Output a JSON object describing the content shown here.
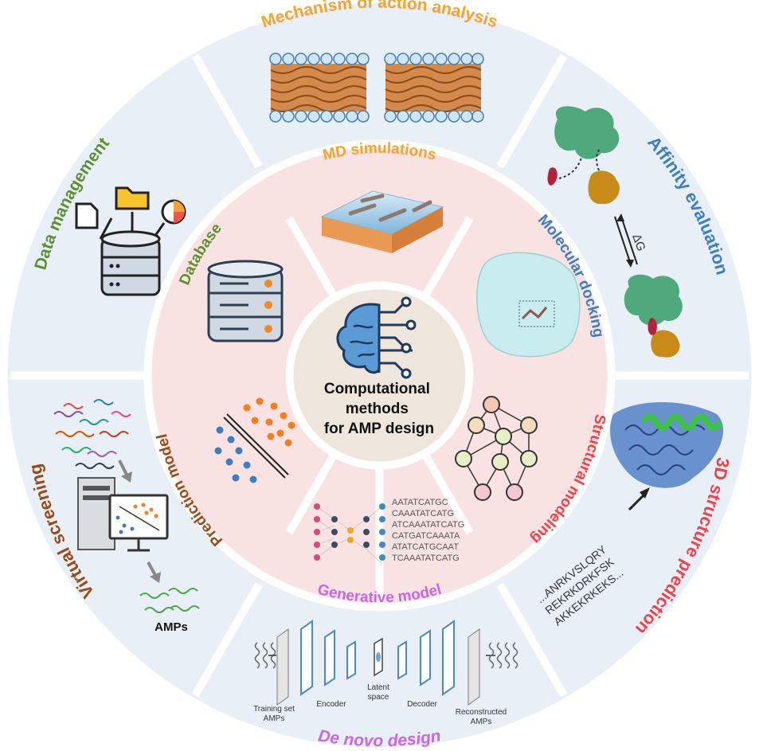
{
  "center": {
    "lines": [
      "Computational",
      "methods",
      "for AMP design"
    ]
  },
  "inner_ring": {
    "md_simulations": "MD simulations",
    "molecular_docking": "Molecular docking",
    "structural_modeling": "Structural modeling",
    "generative_model": "Generative model",
    "prediction_model": "Prediction model",
    "database": "Database"
  },
  "outer_ring": {
    "mechanism": "Mechanism of action analysis",
    "affinity": "Affinity evaluation",
    "structure_prediction": "3D structure prediction",
    "de_novo": "De novo design",
    "virtual_screening": "Virtual screening",
    "data_management": "Data management"
  },
  "details": {
    "delta_g": "ΔG",
    "sequences": [
      "...ANRKVSLQRY",
      "REKRKDRKFSK",
      "AKKEKRKEKS..."
    ],
    "dna_lines": [
      "AATATCATGC",
      "CAAATATCATG",
      "ATCAAATATCATG",
      "CATGATCAAATA",
      "ATATCATGCAAT",
      "TCAAATATCATG"
    ],
    "amps_label": "AMPs",
    "autoencoder_labels": {
      "training": [
        "Training set",
        "AMPs"
      ],
      "encoder": "Encoder",
      "latent": [
        "Latent",
        "space"
      ],
      "decoder": "Decoder",
      "reconstructed": [
        "Reconstructed",
        "AMPs"
      ]
    }
  },
  "colors": {
    "outer_ring": "#e9eff7",
    "inner_ring": "#f9e3e2",
    "center": "#eee6dc",
    "orange": "#f5a32a",
    "blue": "#3d7ec1",
    "red": "#f0424a",
    "purple": "#c667e6",
    "green": "#5e8f32",
    "brown": "#9a4a17"
  }
}
